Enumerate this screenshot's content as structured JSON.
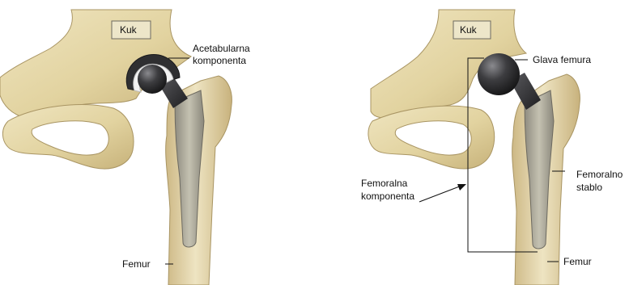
{
  "left_panel": {
    "hip_label": "Kuk",
    "acetabular_label_line1": "Acetabularna",
    "acetabular_label_line2": "komponenta",
    "femur_label": "Femur"
  },
  "right_panel": {
    "hip_label": "Kuk",
    "head_label": "Glava femura",
    "femoral_component_line1": "Femoralna",
    "femoral_component_line2": "komponenta",
    "stem_line1": "Femoralno",
    "stem_line2": "stablo",
    "femur_label": "Femur"
  },
  "colors": {
    "bone": "#e6d9ac",
    "bone_shadow": "#c2ad74",
    "implant_stem": "#b7b4a3",
    "metal_dark": "#3c3c3e",
    "liner_light": "#f2f2f2",
    "label_box": "#ede6c9"
  }
}
